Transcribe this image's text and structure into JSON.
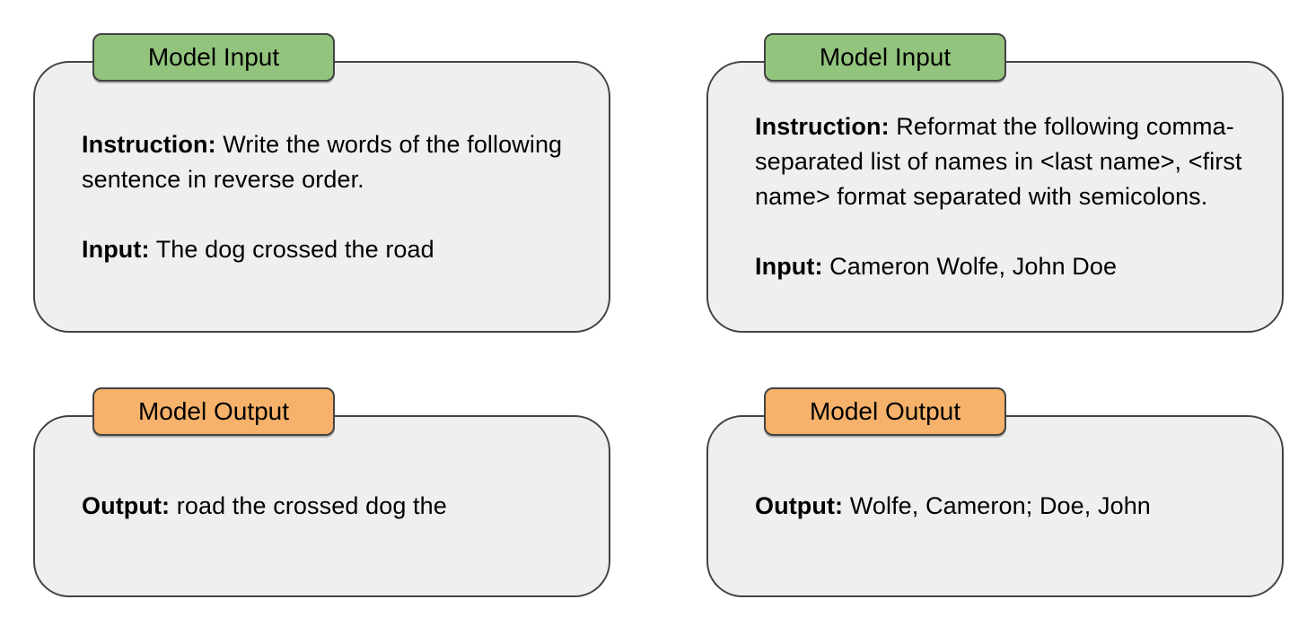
{
  "diagram": {
    "title": "instruction-tuning-input-output-examples",
    "colors": {
      "input_tab": "#93c47d",
      "output_tab": "#f6b26b",
      "box_fill": "#efefef",
      "border": "#434343",
      "text": "#000000",
      "background": "#ffffff"
    },
    "cards": [
      {
        "id": "model-input-example-1",
        "tab_label": "Model Input",
        "tab_type": "input",
        "lines": [
          {
            "label": "Instruction:",
            "text": "Write the words of the following sentence in reverse order."
          },
          {
            "label": "Input:",
            "text": "The dog crossed the road"
          }
        ]
      },
      {
        "id": "model-input-example-2",
        "tab_label": "Model Input",
        "tab_type": "input",
        "lines": [
          {
            "label": "Instruction:",
            "text": "Reformat the following comma-separated list of names in <last name>, <first name> format separated with semicolons."
          },
          {
            "label": "Input:",
            "text": "Cameron Wolfe, John Doe"
          }
        ]
      },
      {
        "id": "model-output-example-1",
        "tab_label": "Model Output",
        "tab_type": "output",
        "lines": [
          {
            "label": "Output:",
            "text": "road the crossed dog the"
          }
        ]
      },
      {
        "id": "model-output-example-2",
        "tab_label": "Model Output",
        "tab_type": "output",
        "lines": [
          {
            "label": "Output:",
            "text": "Wolfe, Cameron; Doe, John"
          }
        ]
      }
    ]
  }
}
